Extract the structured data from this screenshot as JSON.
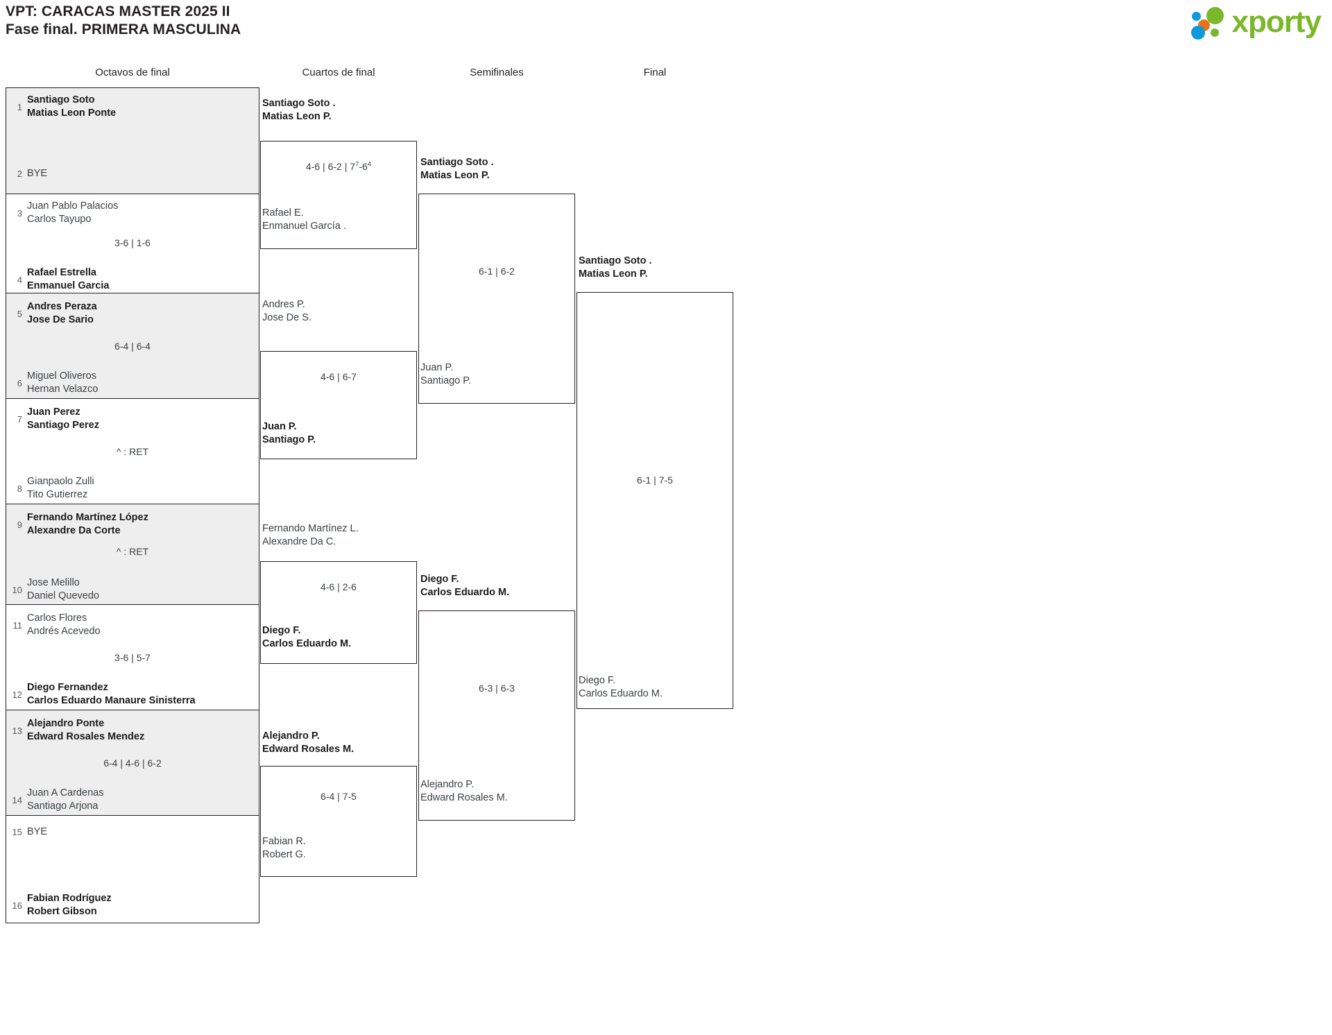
{
  "header": {
    "title_line1": "VPT: CARACAS MASTER 2025 II",
    "title_line2": "Fase final. PRIMERA MASCULINA",
    "logo_text": "xporty"
  },
  "rounds": [
    {
      "label": "Octavos de final"
    },
    {
      "label": "Cuartos de final"
    },
    {
      "label": "Semifinales"
    },
    {
      "label": "Final"
    }
  ],
  "round1": [
    {
      "seed_top": "1",
      "top_l1": "Santiago Soto",
      "top_l2": "Matias Leon Ponte",
      "seed_bot": "2",
      "bot_l1": "BYE",
      "bot_l2": "",
      "score": ""
    },
    {
      "seed_top": "3",
      "top_l1": "Juan Pablo Palacios",
      "top_l2": "Carlos Tayupo",
      "seed_bot": "4",
      "bot_l1": "Rafael Estrella",
      "bot_l2": "Enmanuel Garcia",
      "score": "3-6 | 1-6"
    },
    {
      "seed_top": "5",
      "top_l1": "Andres Peraza",
      "top_l2": "Jose De Sario",
      "seed_bot": "6",
      "bot_l1": "Miguel Oliveros",
      "bot_l2": "Hernan Velazco",
      "score": "6-4 | 6-4"
    },
    {
      "seed_top": "7",
      "top_l1": "Juan Perez",
      "top_l2": "Santiago Perez",
      "seed_bot": "8",
      "bot_l1": "Gianpaolo Zulli",
      "bot_l2": "Tito Gutierrez",
      "score": "^ : RET"
    },
    {
      "seed_top": "9",
      "top_l1": "Fernando Martínez López",
      "top_l2": "Alexandre Da Corte",
      "seed_bot": "10",
      "bot_l1": "Jose Melillo",
      "bot_l2": "Daniel Quevedo",
      "score": "^ : RET"
    },
    {
      "seed_top": "11",
      "top_l1": "Carlos Flores",
      "top_l2": "Andrés Acevedo",
      "seed_bot": "12",
      "bot_l1": "Diego Fernandez",
      "bot_l2": "Carlos Eduardo Manaure Sinisterra",
      "score": "3-6 | 5-7"
    },
    {
      "seed_top": "13",
      "top_l1": "Alejandro Ponte",
      "top_l2": "Edward Rosales Mendez",
      "seed_bot": "14",
      "bot_l1": "Juan A Cardenas",
      "bot_l2": "Santiago Arjona",
      "score": "6-4 | 4-6 | 6-2"
    },
    {
      "seed_top": "15",
      "top_l1": "BYE",
      "top_l2": "",
      "seed_bot": "16",
      "bot_l1": "Fabian Rodríguez",
      "bot_l2": "Robert Gibson",
      "score": ""
    }
  ],
  "round2": [
    {
      "top_l1": "Santiago Soto .",
      "top_l2": "Matias Leon P.",
      "bot_l1": "Rafael E.",
      "bot_l2": "Enmanuel García .",
      "score_pre": "4-6 | 6-2 | 7",
      "score_sup1": "7",
      "score_mid": "-6",
      "score_sup2": "4",
      "score_plain": "4-6 | 6-2 | 7⁷-6⁴"
    },
    {
      "top_l1": "Andres P.",
      "top_l2": "Jose De S.",
      "bot_l1": "Juan P.",
      "bot_l2": "Santiago P.",
      "score_plain": "4-6 | 6-7"
    },
    {
      "top_l1": "Fernando Martínez L.",
      "top_l2": "Alexandre Da C.",
      "bot_l1": "Diego F.",
      "bot_l2": "Carlos Eduardo M.",
      "score_plain": "4-6 | 2-6"
    },
    {
      "top_l1": "Alejandro P.",
      "top_l2": "Edward Rosales M.",
      "bot_l1": "Fabian R.",
      "bot_l2": "Robert G.",
      "score_plain": "6-4 | 7-5"
    }
  ],
  "round3": [
    {
      "top_l1": "Santiago Soto .",
      "top_l2": "Matias Leon P.",
      "bot_l1": "Juan P.",
      "bot_l2": "Santiago P.",
      "score_plain": "6-1 | 6-2"
    },
    {
      "top_l1": "Diego F.",
      "top_l2": "Carlos Eduardo M.",
      "bot_l1": "Alejandro P.",
      "bot_l2": "Edward Rosales M.",
      "score_plain": "6-3 | 6-3"
    }
  ],
  "round4": [
    {
      "top_l1": "Santiago Soto .",
      "top_l2": "Matias Leon P.",
      "bot_l1": "Diego F.",
      "bot_l2": "Carlos Eduardo M.",
      "score_plain": "6-1 | 7-5"
    }
  ]
}
